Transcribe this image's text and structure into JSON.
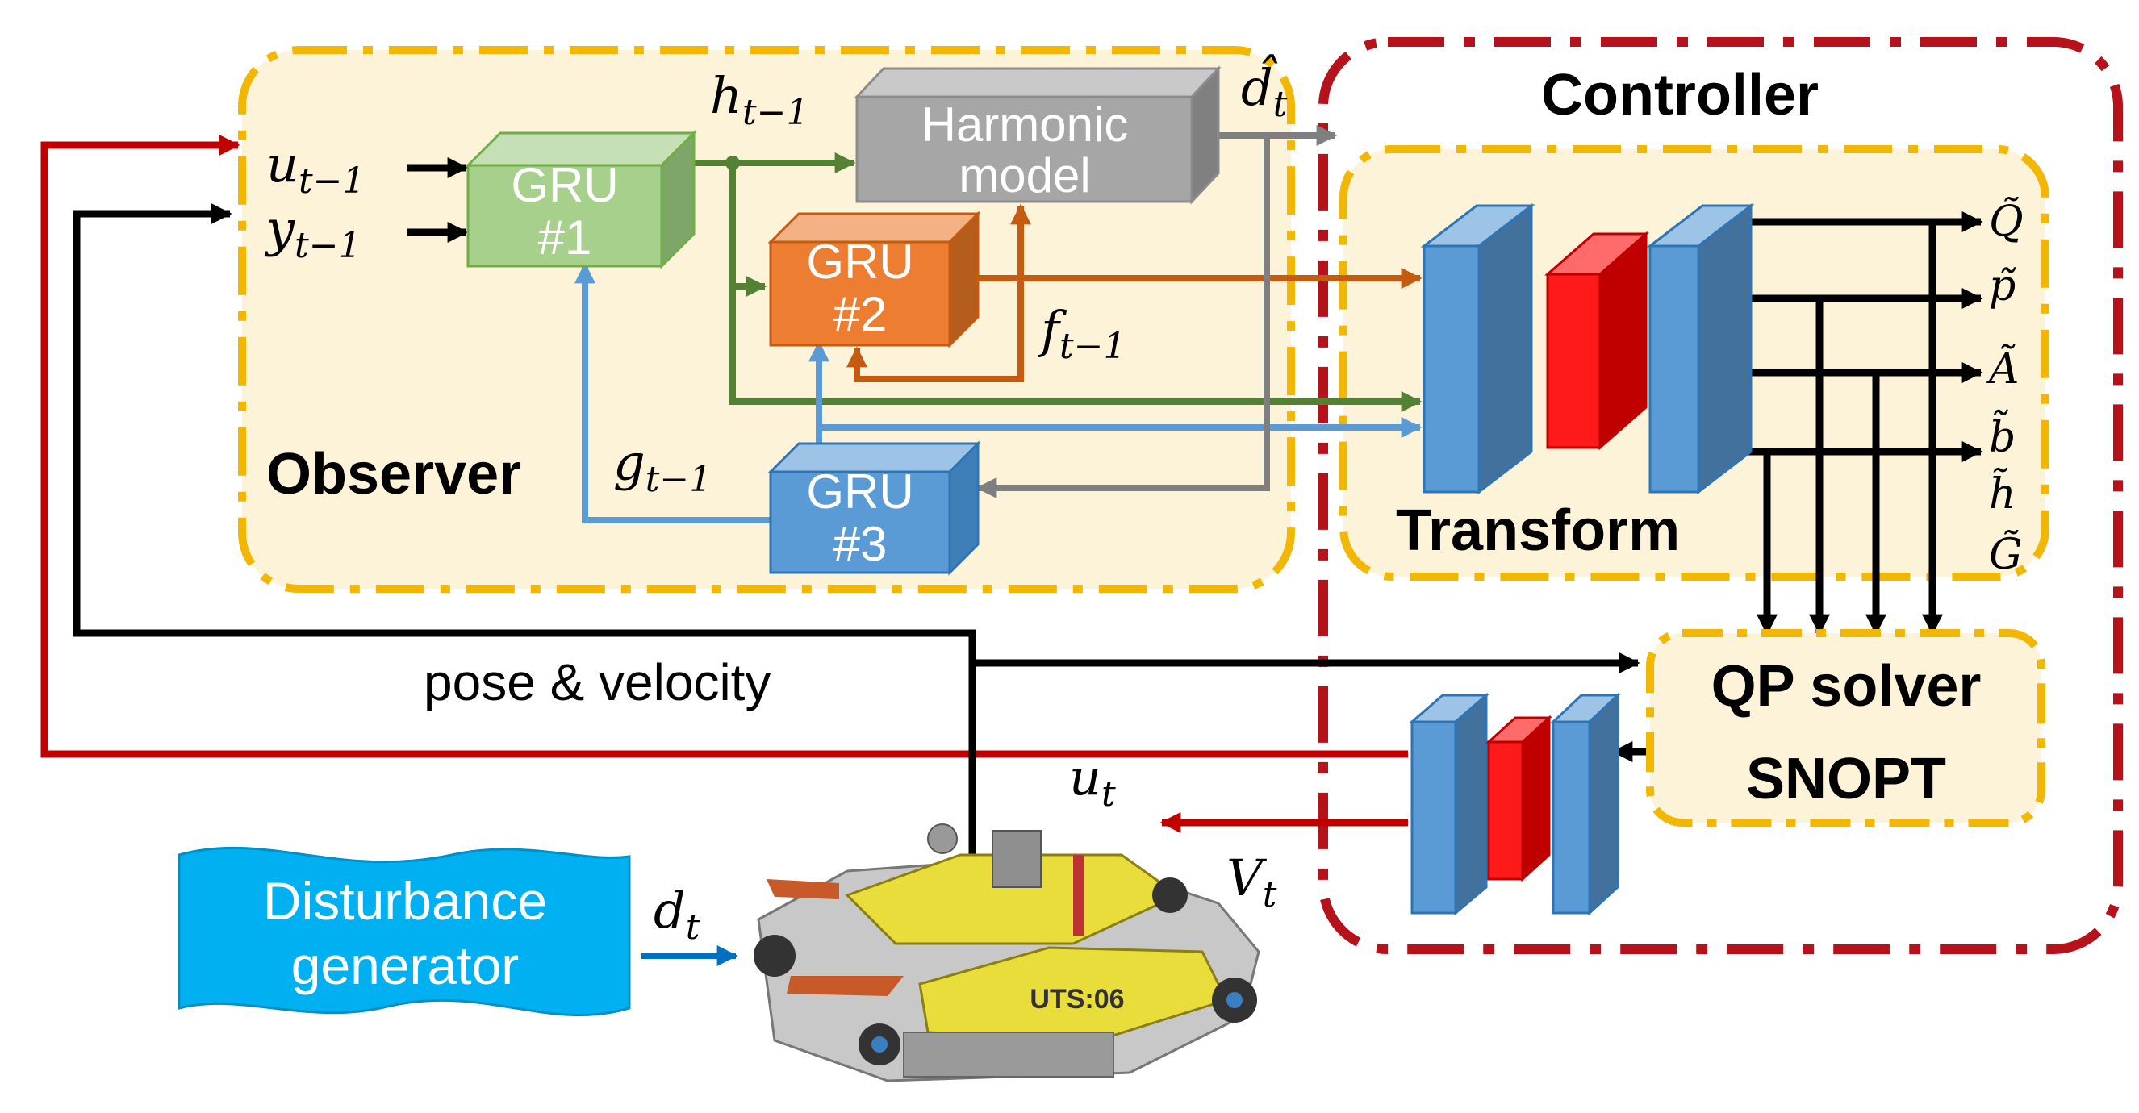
{
  "observer": {
    "title": "Observer"
  },
  "controller": {
    "title": "Controller",
    "transform_label": "Transform"
  },
  "blocks": {
    "gru1": {
      "line1": "GRU",
      "line2": "#1"
    },
    "gru2": {
      "line1": "GRU",
      "line2": "#2"
    },
    "gru3": {
      "line1": "GRU",
      "line2": "#3"
    },
    "harmonic": {
      "line1": "Harmonic",
      "line2": "model"
    },
    "qp": {
      "line1": "QP solver",
      "line2": "SNOPT"
    },
    "disturbance": {
      "line1": "Disturbance",
      "line2": "generator"
    }
  },
  "signals": {
    "u_prev": {
      "base": "u",
      "sub": "t−1"
    },
    "y_prev": {
      "base": "y",
      "sub": "t−1"
    },
    "h_prev": {
      "base": "h",
      "sub": "t−1"
    },
    "f_prev": {
      "base": "f",
      "sub": "t−1"
    },
    "g_prev": {
      "base": "g",
      "sub": "t−1"
    },
    "d_hat": {
      "base": "d̂",
      "sub": "t"
    },
    "u_t": {
      "base": "u",
      "sub": "t"
    },
    "V_t": {
      "base": "V",
      "sub": "t"
    },
    "d_t": {
      "base": "d",
      "sub": "t"
    },
    "pose_velocity": "pose & velocity"
  },
  "outputs": [
    "Q̃",
    "p̃",
    "Ã",
    "b̃",
    "h̃",
    "G̃"
  ],
  "robot": {
    "badge": "UTS:06"
  },
  "colors": {
    "observer_fill": "#fdf3d8",
    "dash_yellow": "#f2b705",
    "dash_red": "#b5121b",
    "gru1": "#a8d08d",
    "gru2": "#ed7d31",
    "gru3": "#5b9bd5",
    "harmonic": "#a6a6a6",
    "nn_blue": "#5b9bd5",
    "nn_red": "#ff1a1a",
    "arrow_green": "#548235",
    "arrow_orange": "#c55a11",
    "arrow_blue": "#5b9bd5",
    "arrow_gray": "#7f7f7f",
    "arrow_red": "#c00000",
    "disturbance": "#00b0f0"
  }
}
